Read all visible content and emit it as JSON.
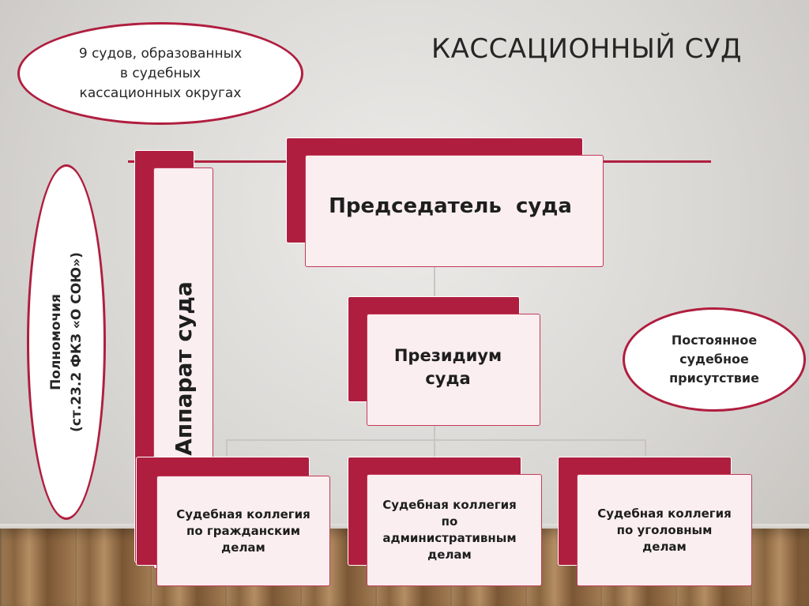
{
  "title": "КАССАЦИОННЫЙ СУД",
  "top_note": [
    "9 судов, образованных",
    "в судебных",
    "кассационных округах"
  ],
  "left_note": [
    "Полномочия",
    "(ст.23.2 ФКЗ «О СОЮ»)"
  ],
  "right_note": [
    "Постоянное",
    "судебное",
    "присутствие"
  ],
  "chairman": "Председатель  суда",
  "presidium": [
    "Президиум",
    "суда"
  ],
  "apparatus": "Аппарат суда",
  "colleges": {
    "civil": [
      "Судебная коллегия",
      "по гражданским",
      "делам"
    ],
    "administrative": [
      "Судебная коллегия",
      "по",
      "административным",
      "делам"
    ],
    "criminal": [
      "Судебная коллегия",
      "по уголовным",
      "делам"
    ]
  },
  "colors": {
    "accent": "#b01e3f",
    "box_fill": "#faeef0",
    "background": "#dcdad7"
  }
}
